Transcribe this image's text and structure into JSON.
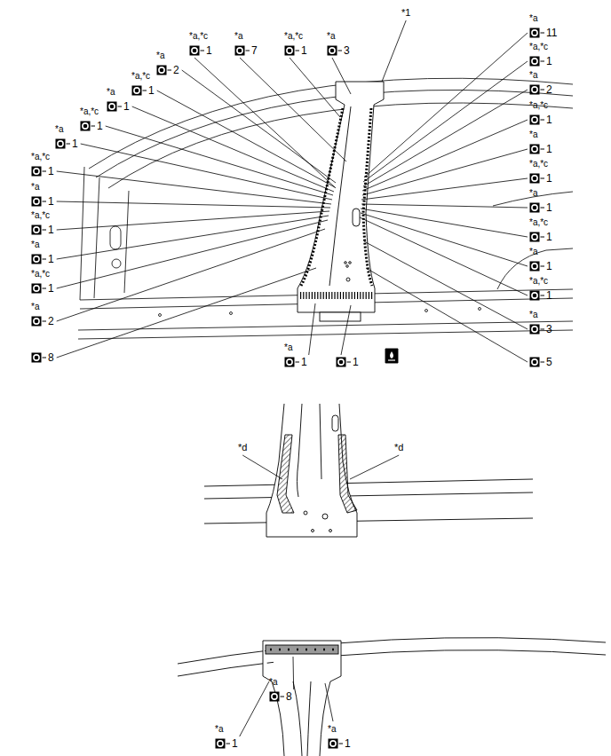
{
  "diagram": {
    "labels": [
      "*1",
      "*a,*c",
      "1",
      "*a",
      "7",
      "*a,*c",
      "1",
      "*a",
      "3",
      "*a",
      "2",
      "*a,*c",
      "1",
      "*a",
      "1",
      "*a,*c",
      "1",
      "*a",
      "1",
      "*a,*c",
      "1",
      "*a",
      "1",
      "*a,*c",
      "1",
      "*a",
      "1",
      "*a,*c",
      "1",
      "*a",
      "2",
      "8",
      "*a",
      "11",
      "*a,*c",
      "1",
      "*a",
      "2",
      "*a,*c",
      "1",
      "*a",
      "1",
      "*a,*c",
      "1",
      "*a",
      "1",
      "*a,*c",
      "1",
      "*a",
      "1",
      "*a,*c",
      "1",
      "*a",
      "3",
      "5",
      "*a",
      "1",
      "1",
      "*d",
      "*d",
      "*a",
      "8",
      "*a",
      "1",
      "*a",
      "1"
    ]
  }
}
